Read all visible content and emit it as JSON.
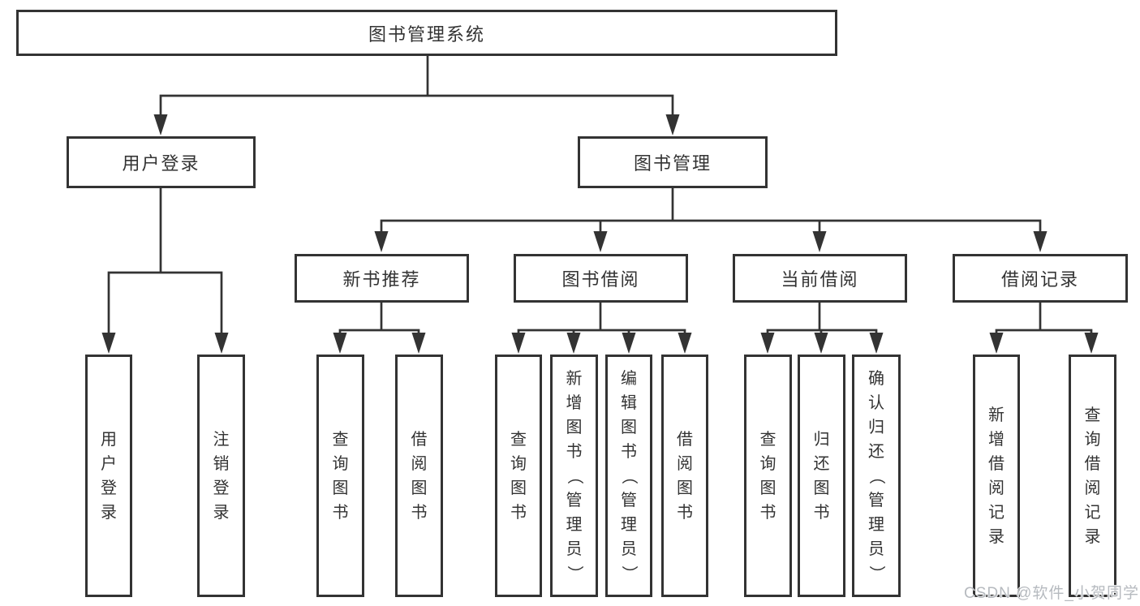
{
  "tree": {
    "root": "图书管理系统",
    "branches": [
      {
        "label": "用户登录",
        "leaves": [
          {
            "label": "用户登录"
          },
          {
            "label": "注销登录"
          }
        ]
      },
      {
        "label": "图书管理",
        "groups": [
          {
            "label": "新书推荐",
            "leaves": [
              {
                "label": "查询图书"
              },
              {
                "label": "借阅图书"
              }
            ]
          },
          {
            "label": "图书借阅",
            "leaves": [
              {
                "label": "查询图书"
              },
              {
                "label": "新增图书（管理员）"
              },
              {
                "label": "编辑图书（管理员）"
              },
              {
                "label": "借阅图书"
              }
            ]
          },
          {
            "label": "当前借阅",
            "leaves": [
              {
                "label": "查询图书"
              },
              {
                "label": "归还图书"
              },
              {
                "label": "确认归还（管理员）"
              }
            ]
          },
          {
            "label": "借阅记录",
            "leaves": [
              {
                "label": "新增借阅记录"
              },
              {
                "label": "查询借阅记录"
              }
            ]
          }
        ]
      }
    ]
  },
  "watermark": "CSDN @软件_小贺同学",
  "colors": {
    "line": "#333333",
    "text": "#333333",
    "background": "#ffffff",
    "watermark": "#b6babf"
  }
}
